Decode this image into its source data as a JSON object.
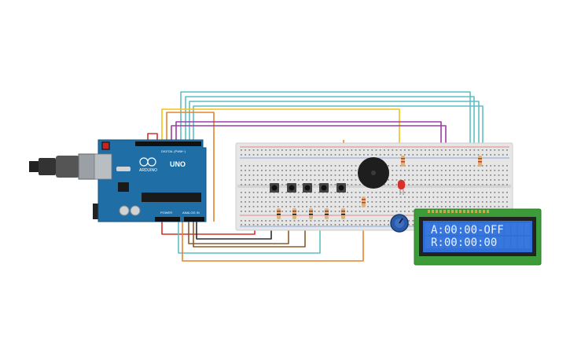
{
  "arduino": {
    "model_label": "UNO",
    "brand_label": "ARDUINO",
    "digital_header_label": "DIGITAL (PWM~)",
    "power_header_label": "POWER",
    "analog_header_label": "ANALOG IN"
  },
  "lcd": {
    "line1": "A:00:00-OFF",
    "line2": "R:00:00:00"
  },
  "colors": {
    "wire_teal": "#5bbfc4",
    "wire_yellow": "#f2c21b",
    "wire_orange": "#e8842a",
    "wire_purple": "#9b3fa5",
    "wire_red": "#d9302c",
    "wire_green": "#3a9b3a",
    "wire_black": "#2b2b2b",
    "wire_brown": "#8a5a2b",
    "arduino_board": "#1f6fa6",
    "lcd_screen": "#2f6fd6",
    "lcd_pcb": "#3d9c3a"
  }
}
